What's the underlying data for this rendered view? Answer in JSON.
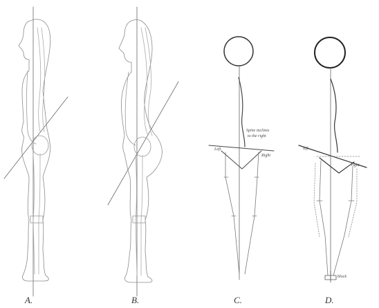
{
  "figures": [
    {
      "id": "A",
      "label": "A."
    },
    {
      "id": "B",
      "label": "B."
    },
    {
      "id": "C",
      "label": "C."
    },
    {
      "id": "D",
      "label": "D."
    }
  ],
  "annotations": {
    "spine_note_line1": "Spine inclines",
    "spine_note_line2": "to the right",
    "c_left": "Left",
    "c_right": "Right",
    "d_left": "left",
    "d_right": "right",
    "d_block": "block"
  },
  "colors": {
    "ink": "#555555",
    "light": "#9a9a9a"
  }
}
